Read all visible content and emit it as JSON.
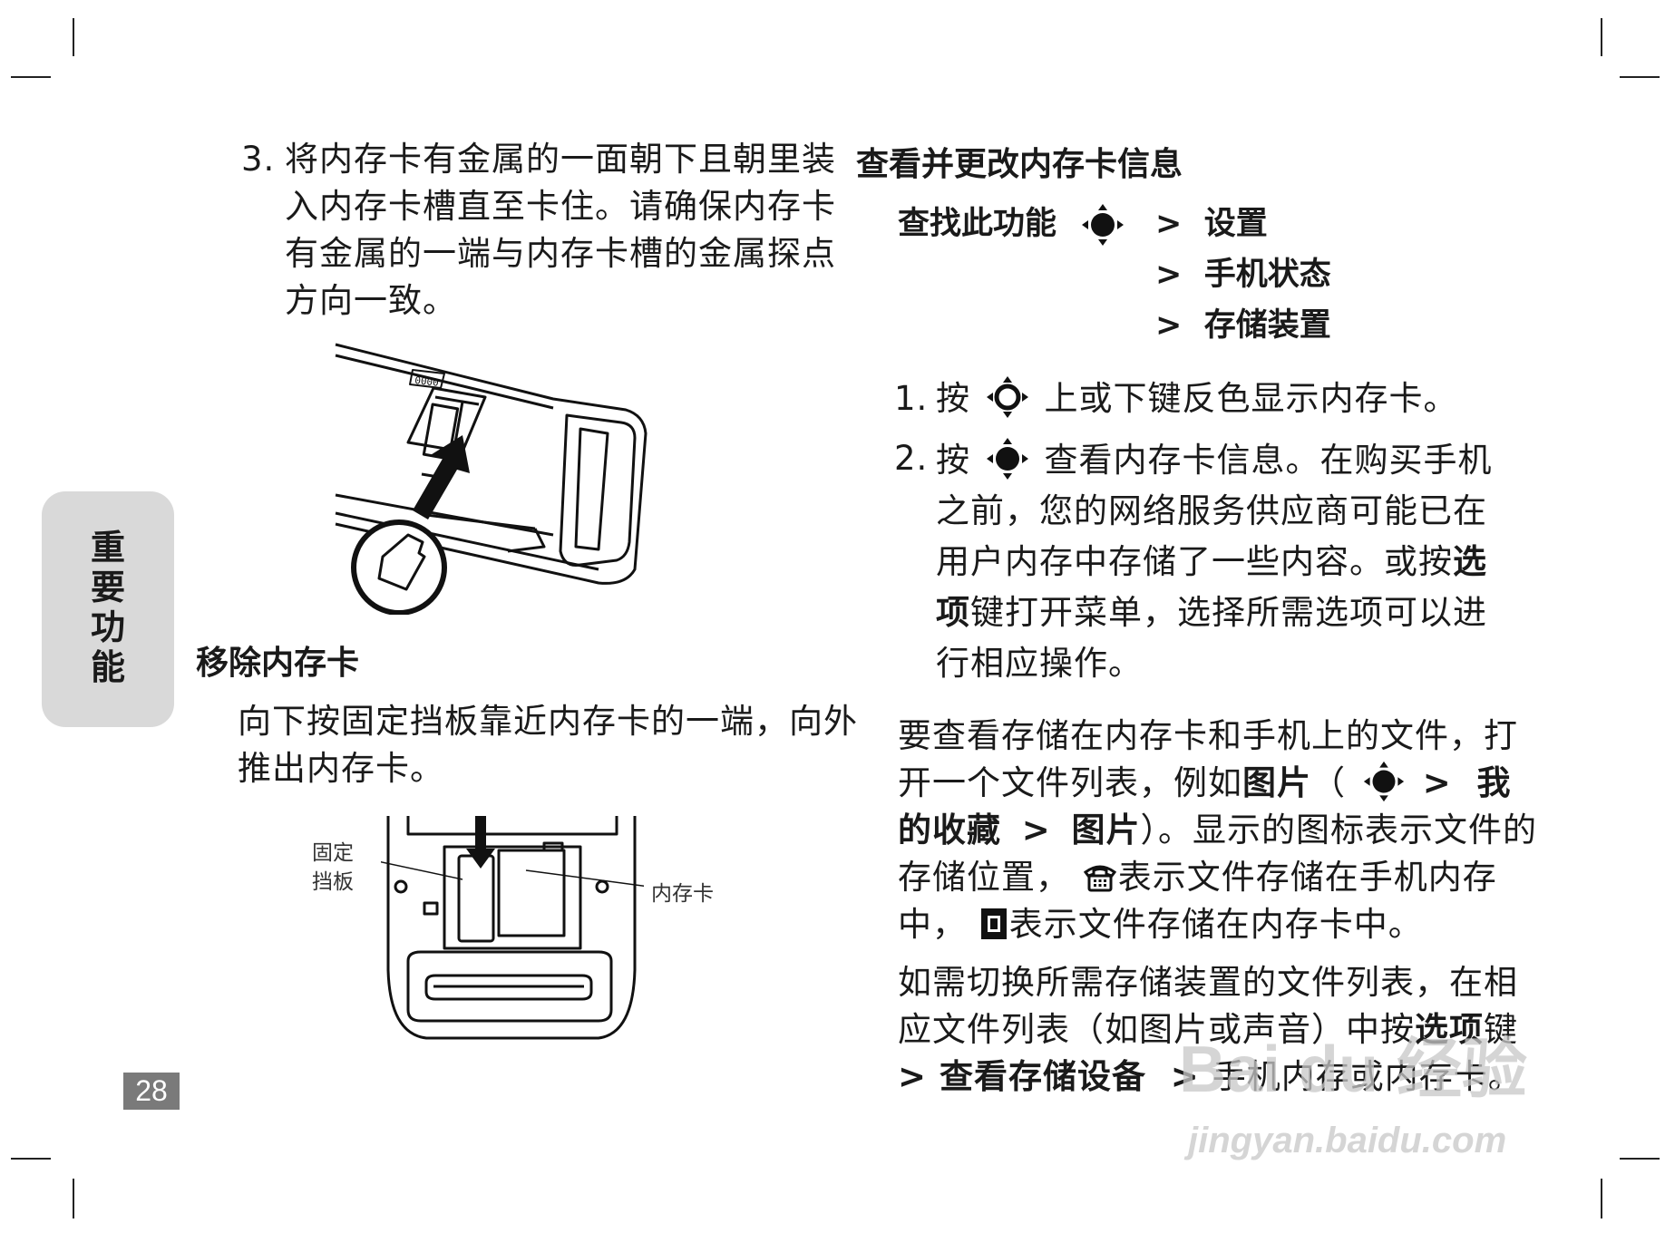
{
  "left": {
    "step3_num": "3.",
    "step3_lines": [
      "将内存卡有金属的一面朝下且朝里装",
      "入内存卡槽直至卡住。请确保内存卡",
      "有金属的一端与内存卡槽的金属探点",
      "方向一致。"
    ],
    "remove_heading": "移除内存卡",
    "remove_lines": [
      "向下按固定挡板靠近内存卡的一端，向外",
      "推出内存卡。"
    ],
    "fig1_slot_text": "0000",
    "fig2_label_fixed_1": "固定",
    "fig2_label_fixed_2": "挡板",
    "fig2_label_card": "内存卡"
  },
  "tab": {
    "chars": [
      "重",
      "要",
      "功",
      "能"
    ]
  },
  "page_number": "28",
  "right": {
    "heading": "查看并更改内存卡信息",
    "find_label": "查找此功能",
    "path_1": ">  设置",
    "path_2": ">  手机状态",
    "path_3": ">  存储装置",
    "step1_num": "1.",
    "step1_pre": "按",
    "step1_post": "上或下键反色显示内存卡。",
    "step2_num": "2.",
    "step2_pre": "按",
    "step2_post": "查看内存卡信息。在购买手机",
    "step2_l2": "之前，您的网络服务供应商可能已在",
    "step2_l3_pre": "用户内存中存储了一些内容。或按",
    "step2_l3_bold": "选",
    "step2_l4_bold": "项",
    "step2_l4_post": "键打开菜单，选择所需选项可以进",
    "step2_l5": "行相应操作。",
    "p1_l1": "要查看存储在内存卡和手机上的文件，打",
    "p1_l2_pre": "开一个文件列表，例如",
    "p1_l2_bold": "图片",
    "p1_l2_paren": "（",
    "p1_l2_gt": ">  我",
    "p1_l3_bold1": "的收藏",
    "p1_l3_gt": ">",
    "p1_l3_bold2": "图片",
    "p1_l3_post": "）。显示的图标表示文件的",
    "p1_l4_pre": "存储位置，",
    "p1_l4_post": "表示文件存储在手机内存",
    "p1_l5_pre": "中，",
    "p1_l5_post": "表示文件存储在内存卡中。",
    "p2_l1": "如需切换所需存储装置的文件列表，在相",
    "p2_l2_pre": "应文件列表（如图片或声音）中按",
    "p2_l2_bold": "选项",
    "p2_l2_post": "键",
    "p2_l3_gt1": ">",
    "p2_l3_bold": "查看存储设备",
    "p2_l3_gt2": ">",
    "p2_l3_post": "手机内存或内存卡。"
  },
  "watermark": {
    "brand": "Bai du 经验",
    "url": "jingyan.baidu.com"
  },
  "icons": {
    "nav_key": "nav-key-icon",
    "nav_key_outline": "nav-key-outline-icon",
    "phone_memory": "phone-icon",
    "memory_card": "memory-card-icon"
  }
}
